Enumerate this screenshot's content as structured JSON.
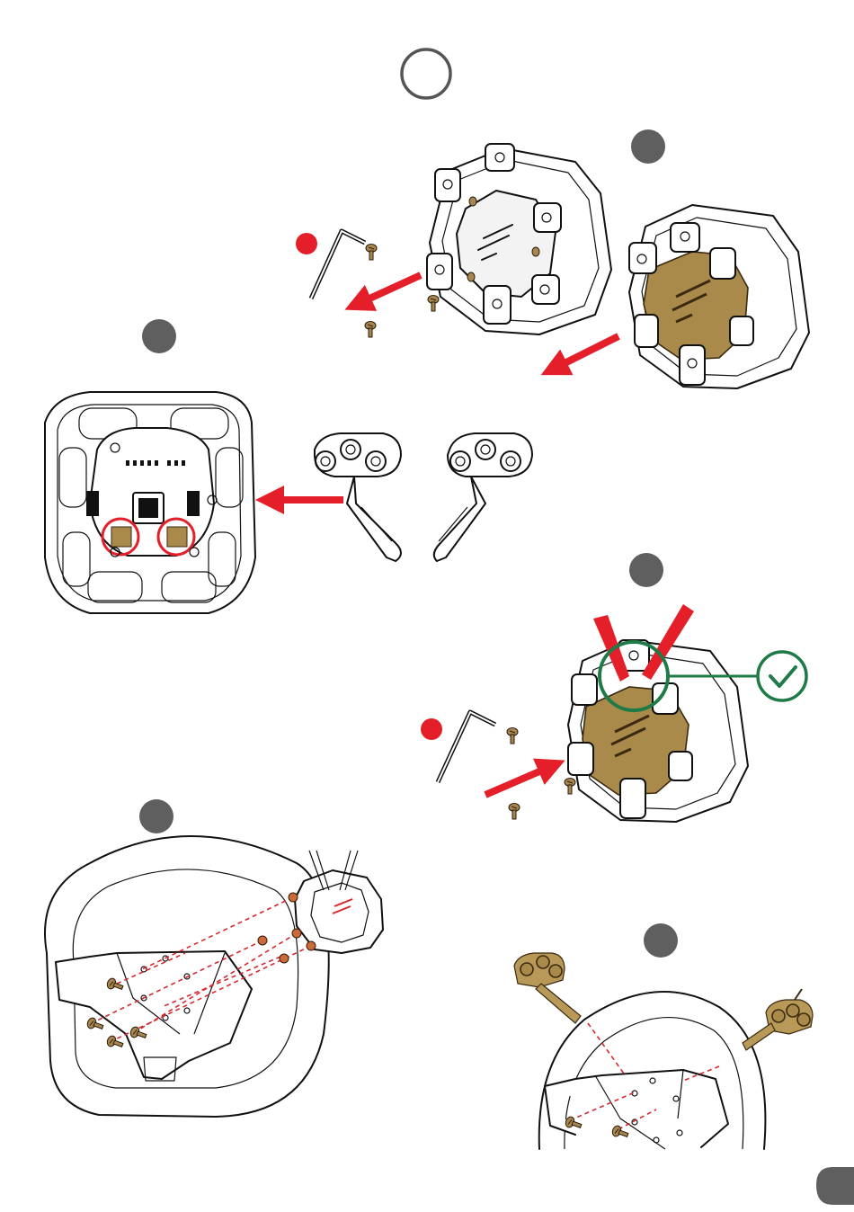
{
  "colors": {
    "step_marker": "#5f5f5f",
    "arrow_red": "#e51f29",
    "check_green": "#1e7a46",
    "bronze_part": "#a98a4a",
    "line_art": "#111111"
  },
  "icons": {
    "title_marker": "circle-outline-icon",
    "step_marker": "filled-circle-icon",
    "warning_marker": "red-dot-icon",
    "confirmation": "checkmark-circle-icon",
    "tool": "hex-key-icon"
  },
  "steps": [
    {
      "id": "remove-cover",
      "description_visible": false
    },
    {
      "id": "install-paddles",
      "description_visible": false
    },
    {
      "id": "attach-cover-verify",
      "description_visible": false
    },
    {
      "id": "mount-hub-to-wheel",
      "description_visible": false
    },
    {
      "id": "mount-paddles-to-wheel",
      "description_visible": false
    }
  ]
}
